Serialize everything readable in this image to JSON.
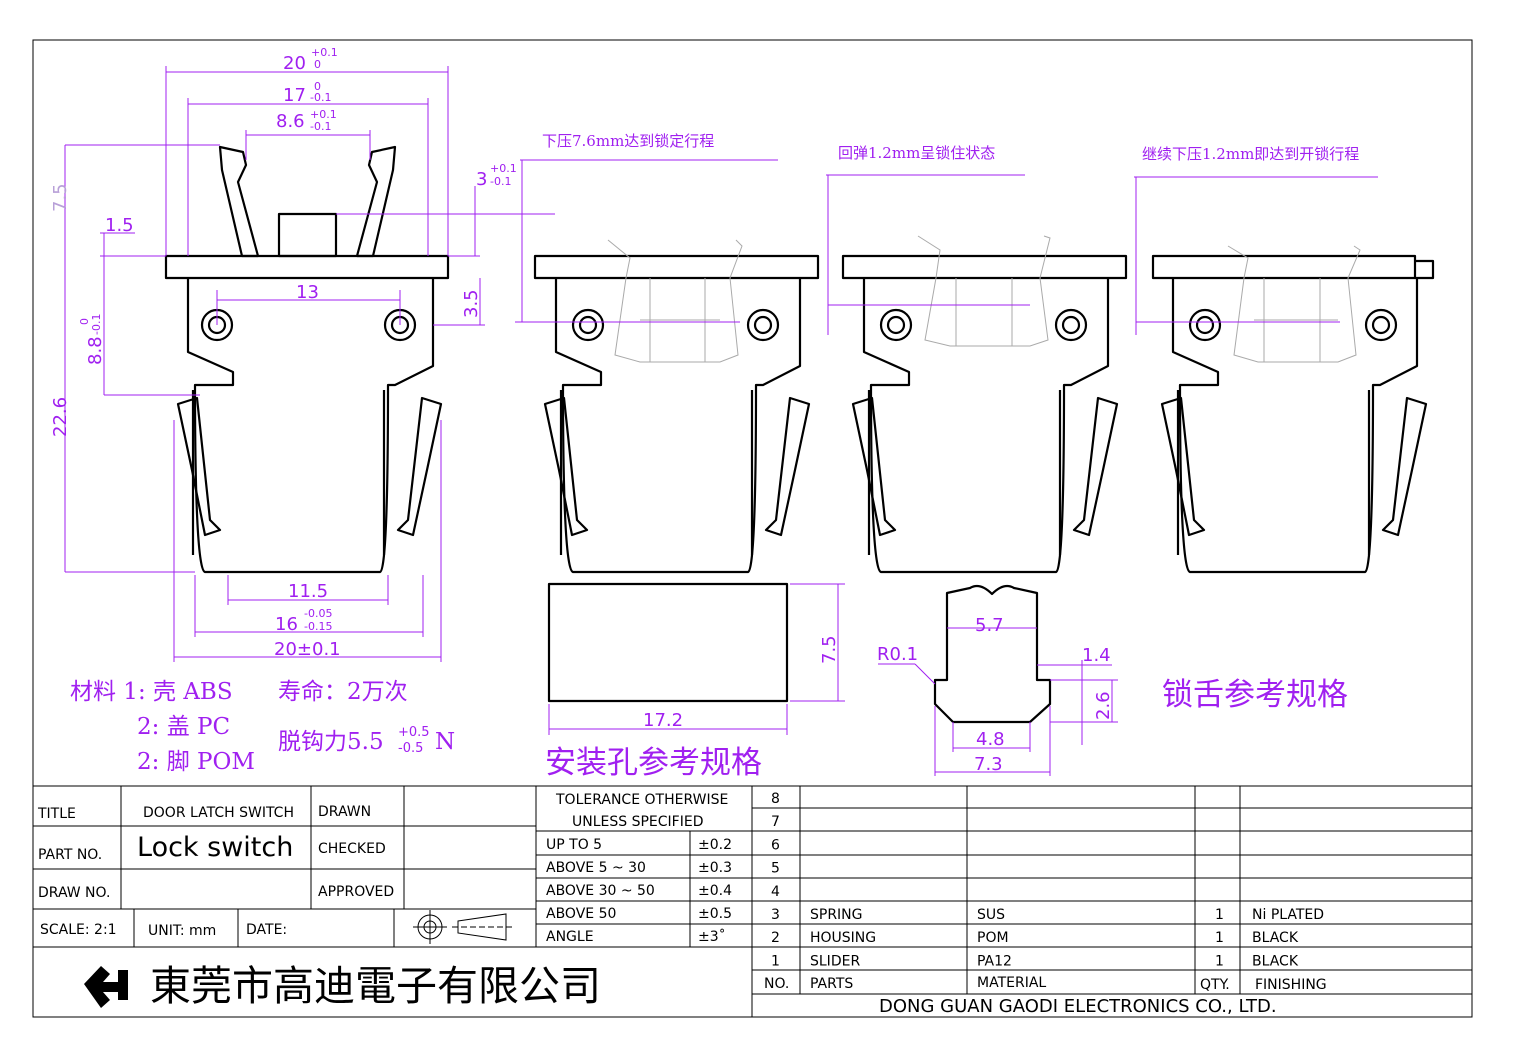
{
  "drawing": {
    "top_view_dims": {
      "width_20": "20",
      "width_20_tol_upper": "+0.1",
      "width_20_tol_lower": "0",
      "width_17": "17",
      "width_17_tol_upper": "0",
      "width_17_tol_lower": "-0.1",
      "width_8_6": "8.6",
      "width_8_6_tol_upper": "+0.1",
      "width_8_6_tol_lower": "-0.1",
      "height_3": "3",
      "height_3_tol_upper": "+0.1",
      "height_3_tol_lower": "-0.1",
      "height_7_5": "7.5",
      "flange_1_5": "1.5",
      "hole_pitch_13": "13",
      "height_3_5": "3.5",
      "height_8_8": "8.8",
      "height_8_8_tol_upper": "0",
      "height_8_8_tol_lower": "-0.1",
      "height_22_6": "22.6",
      "width_11_5": "11.5",
      "width_16": "16",
      "width_16_tol_upper": "-0.05",
      "width_16_tol_lower": "-0.15",
      "width_20_bottom": "20±0.1"
    },
    "state_notes": [
      "下压7.6mm达到锁定行程",
      "回弹1.2mm呈锁住状态",
      "继续下压1.2mm即达到开锁行程"
    ],
    "materials": {
      "line1": "材料 1: 壳 ABS",
      "line2": "2: 盖 PC",
      "line3": "2: 脚 POM",
      "life": "寿命：2万次",
      "force_main": "脱钩力5.5",
      "force_tol_upper": "+0.5",
      "force_tol_lower": "-0.5",
      "force_unit": "N"
    },
    "mount_hole": {
      "width": "17.2",
      "height": "7.5",
      "caption": "安装孔参考规格"
    },
    "tongue": {
      "radius": "R0.1",
      "top_width": "5.7",
      "step": "1.4",
      "notch": "2.6",
      "neck": "4.8",
      "base": "7.3",
      "caption": "锁舌参考规格"
    }
  },
  "title_block": {
    "title_label": "TITLE",
    "title_value": "DOOR  LATCH  SWITCH",
    "part_label": "PART  NO.",
    "part_value": "Lock switch",
    "draw_label": "DRAW  NO.",
    "drawn_label": "DRAWN",
    "checked_label": "CHECKED",
    "approved_label": "APPROVED",
    "scale": "SCALE:  2:1",
    "unit": "UNIT:  mm",
    "date": "DATE:",
    "company_cn": "東莞市高迪電子有限公司",
    "company_en": "DONG  GUAN  GAODI  ELECTRONICS  CO.,  LTD."
  },
  "tolerance": {
    "header1": "TOLERANCE  OTHERWISE",
    "header2": "UNLESS  SPECIFIED",
    "rows": [
      {
        "range": "UP  TO  5",
        "tol": "±0.2"
      },
      {
        "range": "ABOVE  5 ~ 30",
        "tol": "±0.3"
      },
      {
        "range": "ABOVE  30 ~ 50",
        "tol": "±0.4"
      },
      {
        "range": "ABOVE  50",
        "tol": "±0.5"
      },
      {
        "range": "ANGLE",
        "tol": "±3˚"
      }
    ]
  },
  "bom": {
    "header": {
      "no": "NO.",
      "parts": "PARTS",
      "material": "MATERIAL",
      "qty": "QTY.",
      "finishing": "FINISHING"
    },
    "rows": [
      {
        "no": "8",
        "parts": "",
        "material": "",
        "qty": "",
        "finishing": ""
      },
      {
        "no": "7",
        "parts": "",
        "material": "",
        "qty": "",
        "finishing": ""
      },
      {
        "no": "6",
        "parts": "",
        "material": "",
        "qty": "",
        "finishing": ""
      },
      {
        "no": "5",
        "parts": "",
        "material": "",
        "qty": "",
        "finishing": ""
      },
      {
        "no": "4",
        "parts": "",
        "material": "",
        "qty": "",
        "finishing": ""
      },
      {
        "no": "3",
        "parts": "SPRING",
        "material": "SUS",
        "qty": "1",
        "finishing": "Ni  PLATED"
      },
      {
        "no": "2",
        "parts": "HOUSING",
        "material": "POM",
        "qty": "1",
        "finishing": "BLACK"
      },
      {
        "no": "1",
        "parts": "SLIDER",
        "material": "PA12",
        "qty": "1",
        "finishing": "BLACK"
      }
    ]
  }
}
